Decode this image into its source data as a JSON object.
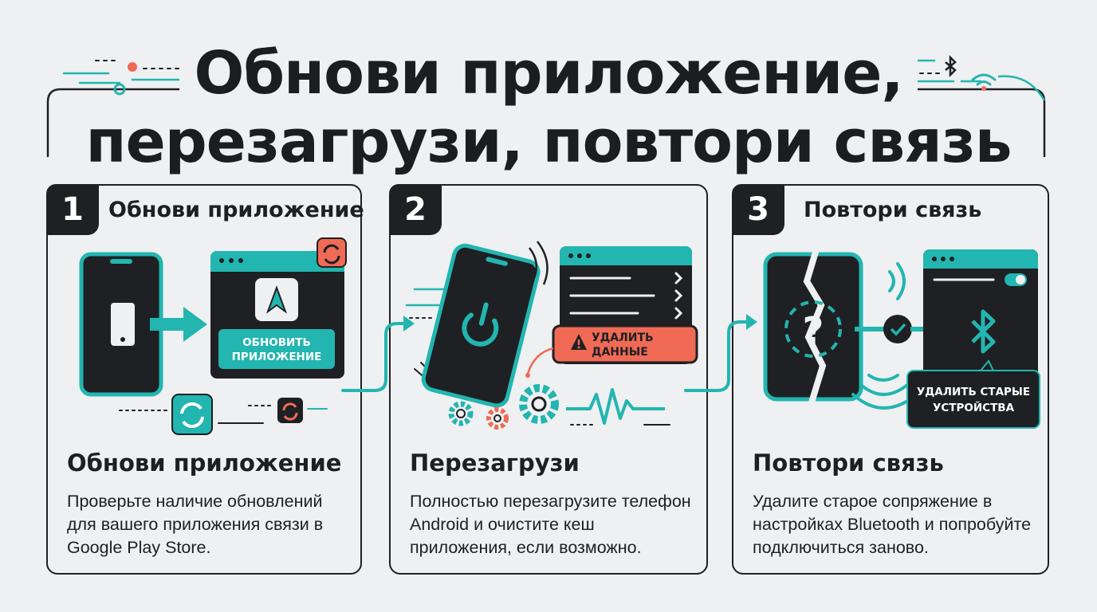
{
  "title": {
    "line1": "Обнови приложение,",
    "line2": "перезагрузи, повтори связь"
  },
  "colors": {
    "accent": "#23b5b0",
    "dark": "#1e2023",
    "alert": "#f06a55",
    "background": "#eef0f2"
  },
  "steps": [
    {
      "number": "1",
      "heading": "Обнови приложение",
      "button_line1": "ОБНОВИТЬ",
      "button_line2": "ПРИЛОЖЕНИЕ",
      "subtitle": "Обнови приложение",
      "description": "Проверьте наличие обновлений для вашего приложения связи в Google Play Store.",
      "icons": [
        "smartphone-icon",
        "app-store-icon",
        "refresh-icon",
        "arrow-right-icon"
      ]
    },
    {
      "number": "2",
      "heading": "",
      "warning_line1": "УДАЛИТЬ",
      "warning_line2": "ДАННЫЕ",
      "subtitle": "Перезагрузи",
      "description": "Полностью перезагрузите телефон Android и очистите кеш приложения, если возможно.",
      "icons": [
        "power-icon",
        "gear-icon",
        "warning-icon",
        "signal-wave-icon"
      ]
    },
    {
      "number": "3",
      "heading": "Повтори связь",
      "tooltip_line1": "УДАЛИТЬ СТАРЫЕ",
      "tooltip_line2": "УСТРОЙСТВА",
      "subtitle": "Повтори связь",
      "description": "Удалите старое сопряжение в настройках Bluetooth и попробуйте подключиться заново.",
      "icons": [
        "broken-phone-icon",
        "question-icon",
        "check-icon",
        "bluetooth-icon",
        "toggle-icon"
      ]
    }
  ]
}
